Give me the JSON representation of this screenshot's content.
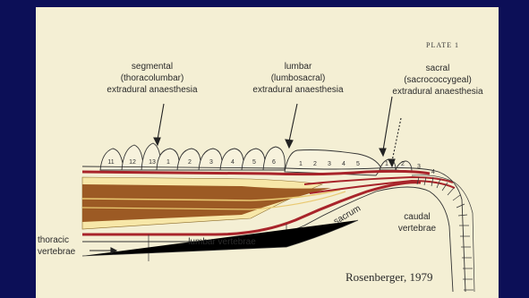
{
  "plate_label": "PLATE 1",
  "labels": {
    "segmental": [
      "segmental",
      "(thoracolumbar)",
      "extradural anaesthesia"
    ],
    "lumbar": [
      "lumbar",
      "(lumbosacral)",
      "extradural anaesthesia"
    ],
    "sacral": [
      "sacral",
      "(sacrococcygeal)",
      "extradural anaesthesia"
    ],
    "thoracic": [
      "thoracic",
      "vertebrae"
    ],
    "lumbar_vertebrae": "lumbar vertebrae",
    "sacrum": "sacrum",
    "caudal": [
      "caudal",
      "vertebrae"
    ]
  },
  "thoracic_numbers": [
    "11",
    "12",
    "13"
  ],
  "lumbar_numbers": [
    "1",
    "2",
    "3",
    "4",
    "5",
    "6"
  ],
  "sacral_numbers": [
    "1",
    "2",
    "3",
    "4",
    "5"
  ],
  "caudal_numbers": [
    "1",
    "2",
    "3",
    "4"
  ],
  "credit": "Rosenberger, 1979",
  "colors": {
    "background": "#0c0f57",
    "paper": "#f4efd4",
    "dura": "#a8242a",
    "cord": "#9c5a24",
    "fat": "#f7e7a8"
  }
}
